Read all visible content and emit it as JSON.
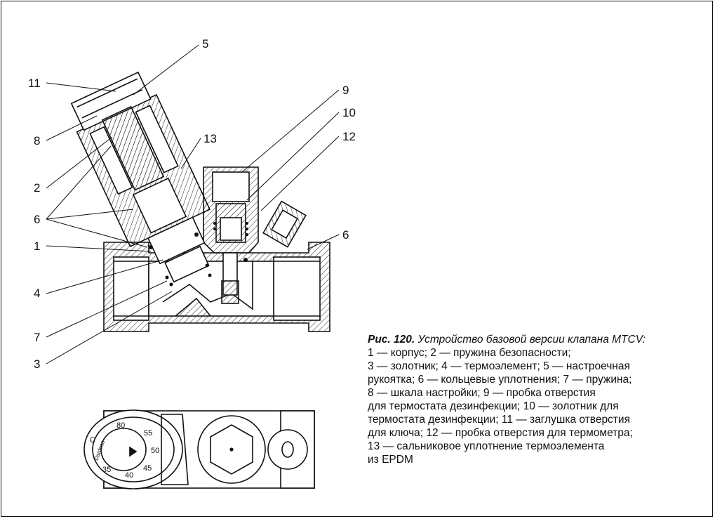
{
  "figure": {
    "callouts": [
      "11",
      "5",
      "8",
      "2",
      "6",
      "1",
      "4",
      "7",
      "3",
      "13",
      "9",
      "10",
      "12",
      "6"
    ],
    "knob_scale": [
      "80",
      "55",
      "50",
      "45",
      "40",
      "35",
      "C"
    ],
    "brand": "Danfoss"
  },
  "caption": {
    "label": "Рис. 120.",
    "title": " Устройство базовой версии клапана MTCV:",
    "lines": [
      "1 — корпус; 2 — пружина безопасности;",
      "3 — золотник; 4 — термоэлемент; 5 — настроечная",
      "рукоятка; 6 — кольцевые уплотнения; 7 — пружина;",
      "8 — шкала настройки; 9 — пробка отверстия",
      "для термостата дезинфекции; 10 — золотник для",
      "термостата дезинфекции; 11 — заглушка отверстия",
      "для ключа; 12 — пробка отверстия для термометра;",
      "13 — сальниковое уплотнение термоэлемента",
      "из EPDM"
    ]
  }
}
